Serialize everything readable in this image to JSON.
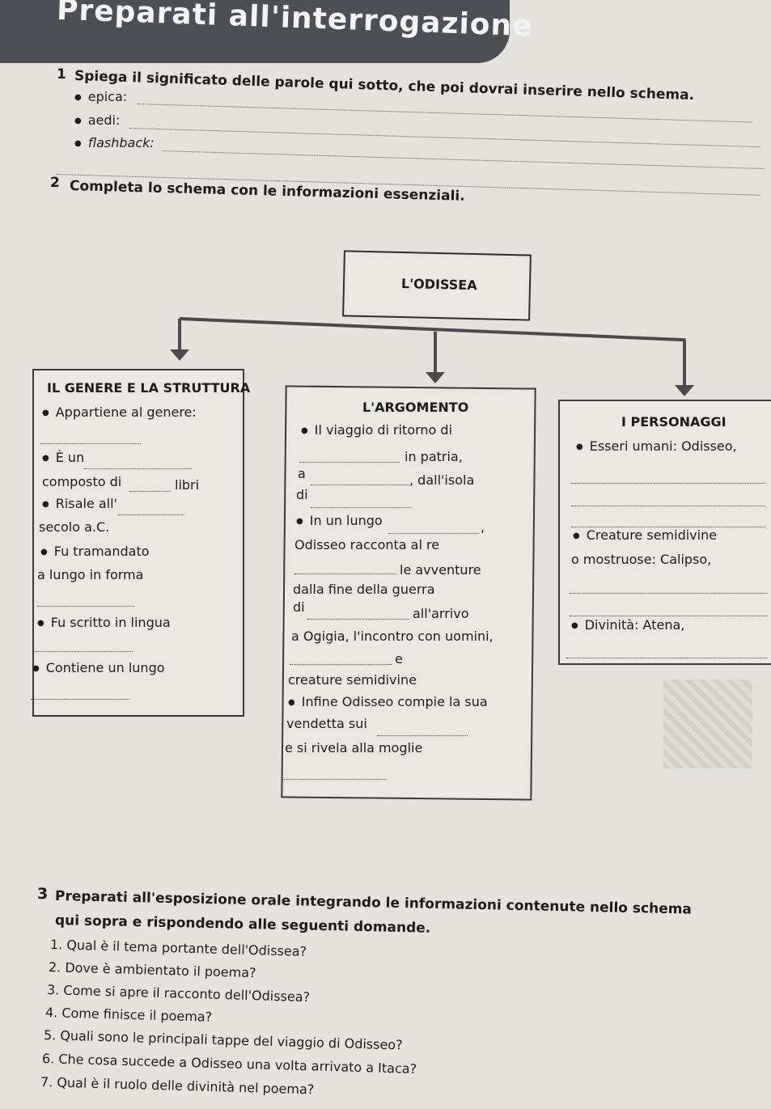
{
  "header": {
    "title": "Preparati all'interrogazione"
  },
  "ex1": {
    "num": "1",
    "instruction": "Spiega il significato delle parole qui sotto, che poi dovrai inserire nello schema.",
    "terms": [
      "epica:",
      "aedi:",
      "flashback:"
    ]
  },
  "ex2": {
    "num": "2",
    "instruction": "Completa lo schema con le informazioni essenziali."
  },
  "schema": {
    "root": "L'ODISSEA",
    "genere": {
      "title": "IL GENERE E LA STRUTTURA",
      "lines": [
        "Appartiene al genere:",
        "È un",
        "composto di",
        "libri",
        "Risale all'",
        "secolo a.C.",
        "Fu tramandato",
        "a lungo in forma",
        "Fu scritto in lingua",
        "Contiene un lungo"
      ]
    },
    "argomento": {
      "title": "L'ARGOMENTO",
      "lines": [
        "Il viaggio di ritorno di",
        "in patria,",
        "a",
        ", dall'isola",
        "di",
        "In un lungo",
        ",",
        "Odisseo racconta al re",
        "le avventure",
        "dalla fine della guerra",
        "di",
        "all'arrivo",
        "a Ogigia, l'incontro con uomini,",
        "e",
        "creature semidivine",
        "Infine Odisseo compie la sua",
        "vendetta sui",
        "e si rivela alla moglie"
      ]
    },
    "personaggi": {
      "title": "I PERSONAGGI",
      "lines": [
        "Esseri umani: Odisseo,",
        "Creature semidivine",
        "o mostruose: Calipso,",
        "Divinità: Atena,"
      ]
    }
  },
  "ex3": {
    "num": "3",
    "instruction_1": "Preparati all'esposizione orale integrando le informazioni contenute nello schema",
    "instruction_2": "qui sopra e rispondendo alle seguenti domande.",
    "questions": [
      "1. Qual è il tema portante dell'Odissea?",
      "2. Dove è ambientato il poema?",
      "3. Come si apre il racconto dell'Odissea?",
      "4. Come finisce il poema?",
      "5. Quali sono le principali tappe del viaggio di Odisseo?",
      "6. Che cosa succede a Odisseo una volta arrivato a Itaca?",
      "7. Qual è il ruolo delle divinità nel poema?"
    ]
  }
}
